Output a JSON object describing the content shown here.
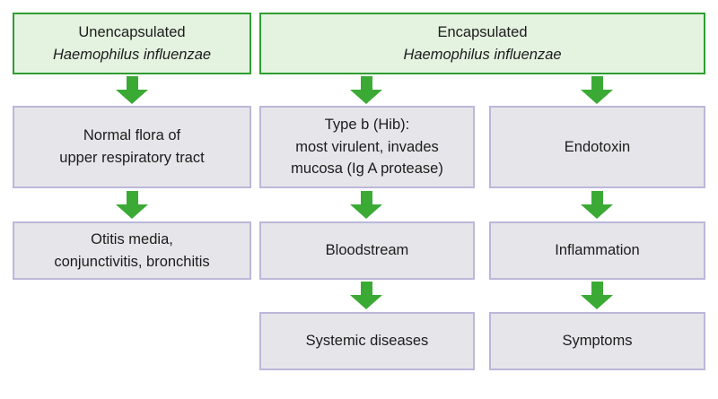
{
  "colors": {
    "green_border": "#2f9e32",
    "green_fill": "#e4f2e0",
    "arrow_green": "#3aaa35",
    "gray_fill": "#e6e6ea",
    "lavender_border": "#bcb7da",
    "text": "#1c1c1c"
  },
  "header_boxes": {
    "unencapsulated": {
      "title": "Unencapsulated",
      "subtitle": "Haemophilus influenzae"
    },
    "encapsulated": {
      "title": "Encapsulated",
      "subtitle": "Haemophilus influenzae"
    }
  },
  "nodes": {
    "normal_flora": "Normal flora of\nupper respiratory tract",
    "otitis": "Otitis media,\nconjunctivitis, bronchitis",
    "type_b": "Type b (Hib):\nmost virulent, invades\nmucosa (Ig A protease)",
    "bloodstream": "Bloodstream",
    "systemic_diseases": "Systemic diseases",
    "endotoxin": "Endotoxin",
    "inflammation": "Inflammation",
    "symptoms": "Symptoms"
  }
}
